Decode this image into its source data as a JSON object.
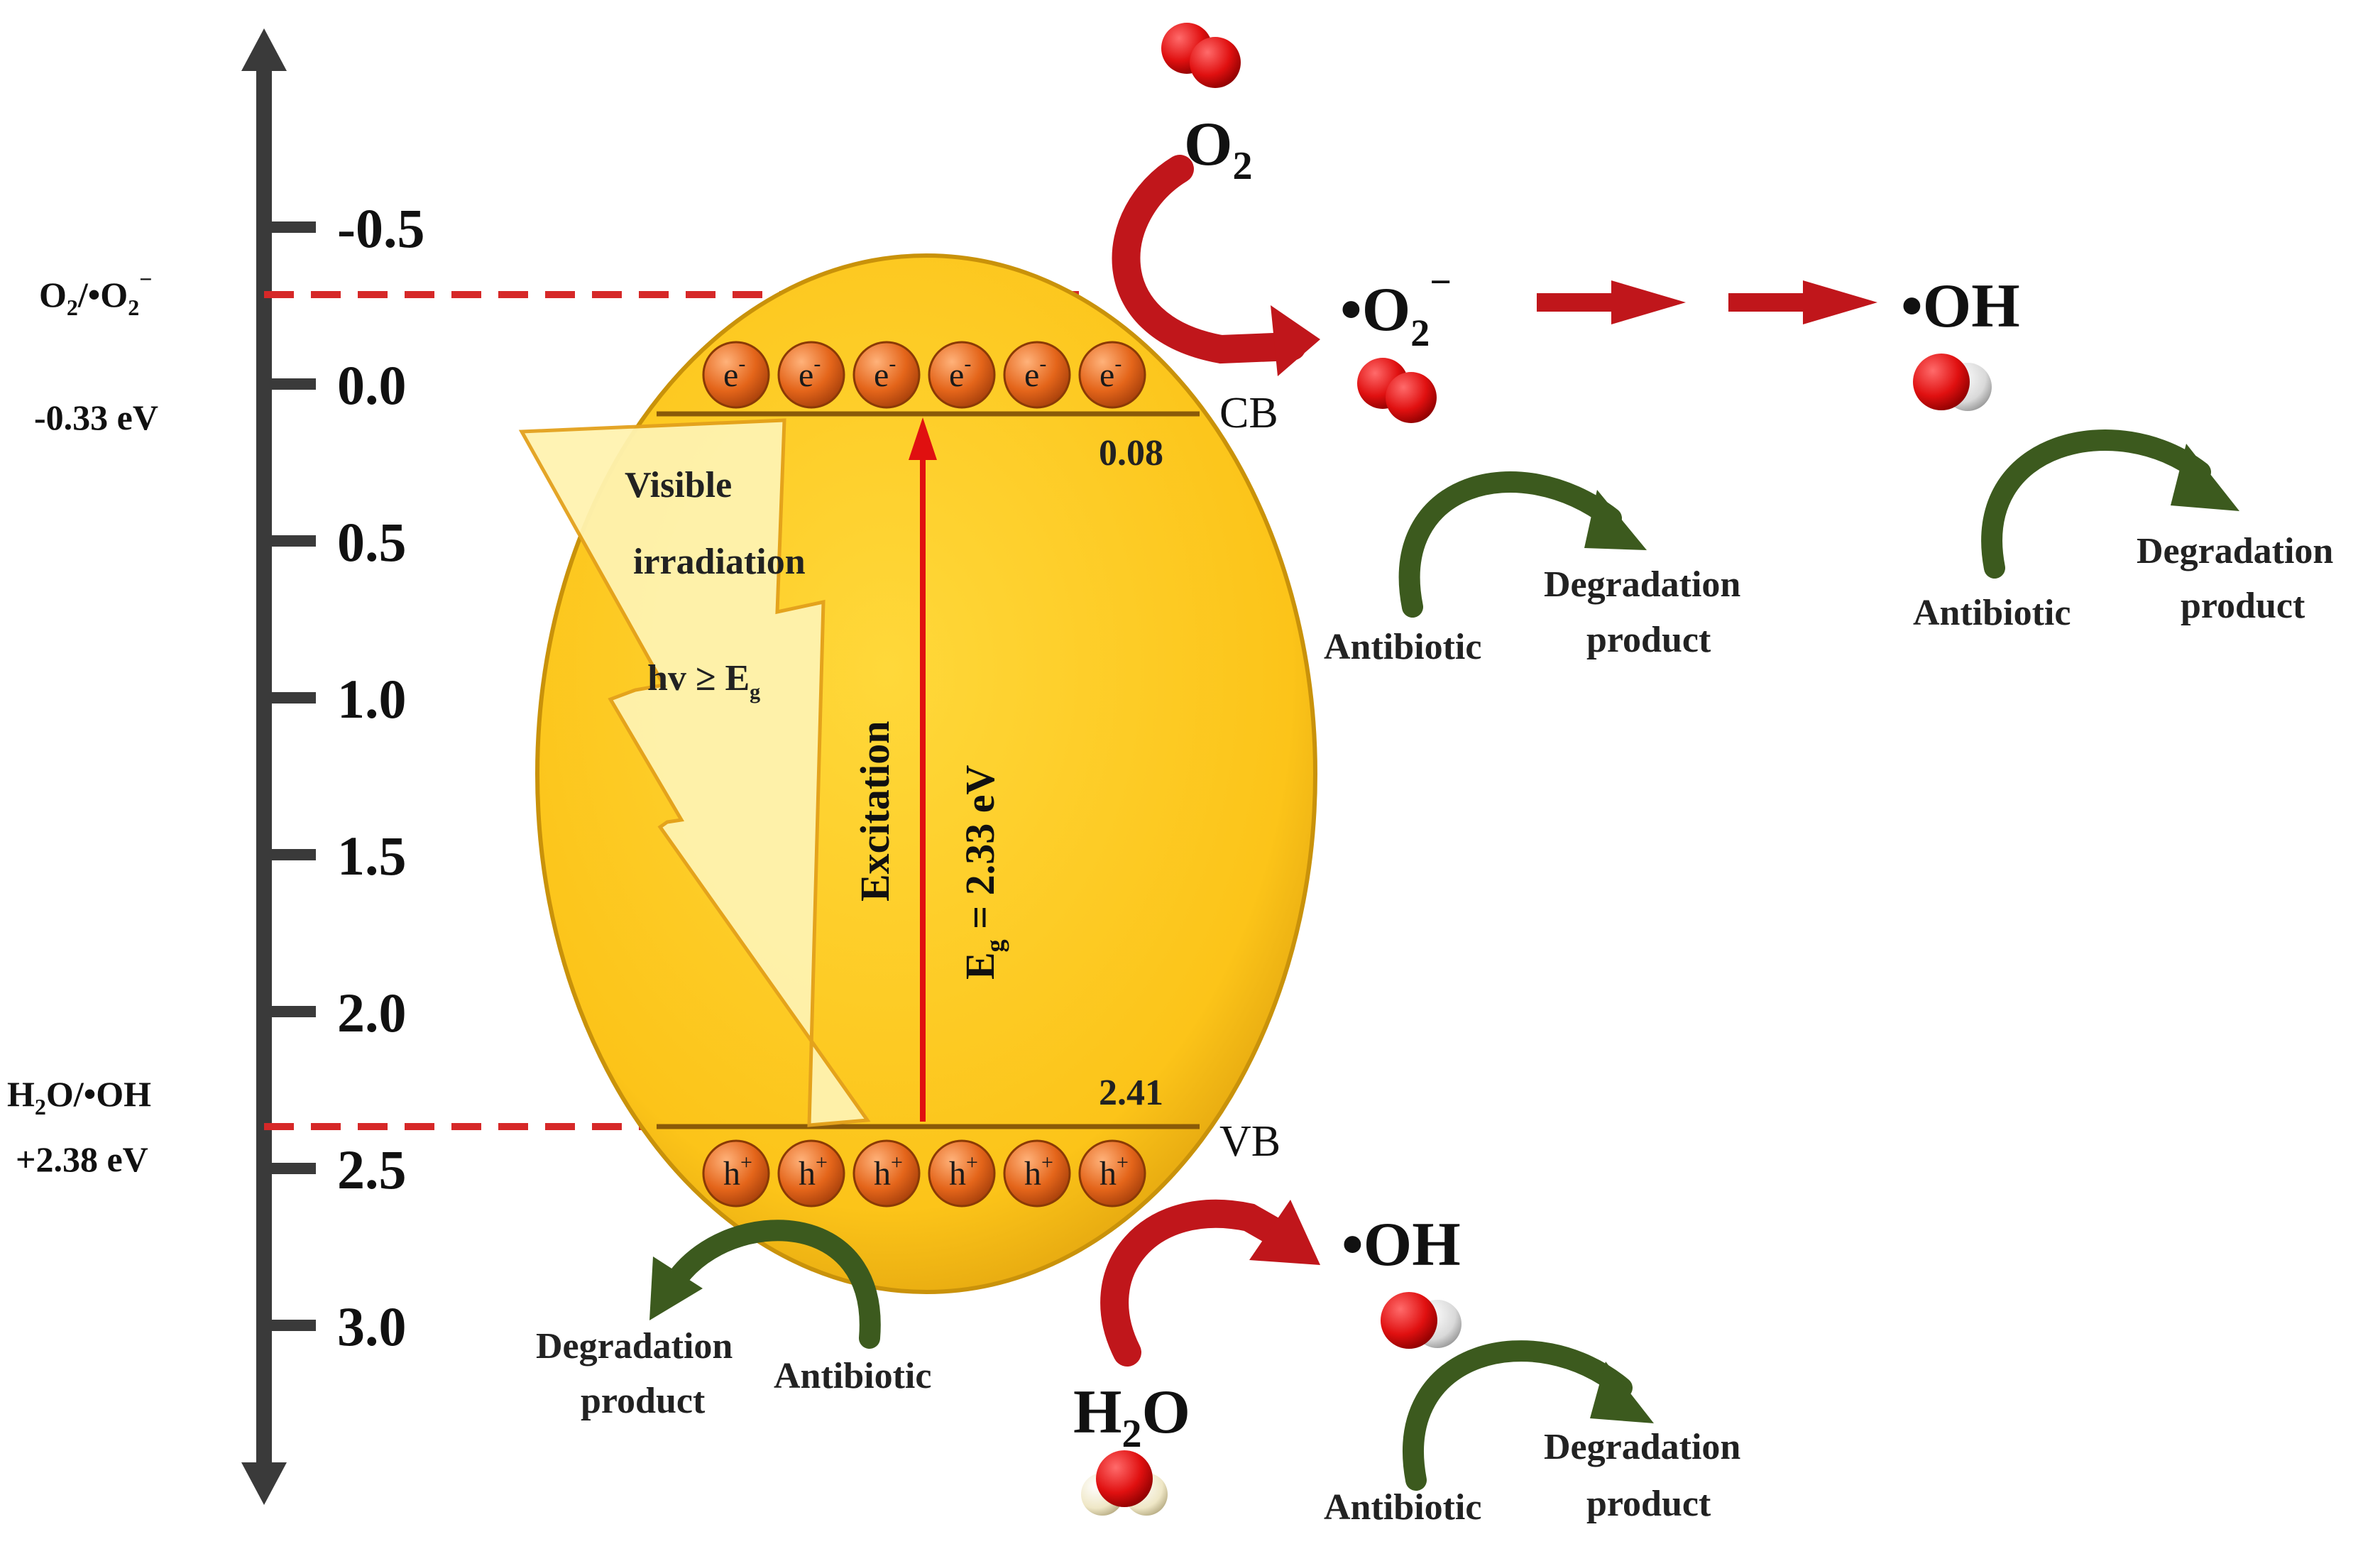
{
  "axis": {
    "ticks": [
      "-0.5",
      "0.0",
      "0.5",
      "1.0",
      "1.5",
      "2.0",
      "2.5",
      "3.0"
    ]
  },
  "reference_levels": {
    "superoxide": {
      "couple_prefix": "O",
      "couple_sub": "2",
      "couple_mid": "/•O",
      "couple_sub2": "2",
      "couple_sup": "−",
      "potential": "-0.33 eV"
    },
    "hydroxyl": {
      "couple_prefix": "H",
      "couple_sub": "2",
      "couple_mid": "O/•OH",
      "potential": "+2.38 eV"
    }
  },
  "semiconductor": {
    "cb_label": "CB",
    "vb_label": "VB",
    "cb_value": "0.08",
    "vb_value": "2.41",
    "electron": "e",
    "electron_sup": "-",
    "hole": "h",
    "hole_sup": "+",
    "excitation": "Excitation",
    "band_gap_prefix": "E",
    "band_gap_sub": "g",
    "band_gap_value": " = 2.33 eV"
  },
  "irradiation": {
    "line1": "Visible",
    "line2": "irradiation",
    "line3_prefix": "hv  ≥  E",
    "line3_sub": "g"
  },
  "species": {
    "o2_main": "O",
    "o2_sub": "2",
    "superoxide_main": "•O",
    "superoxide_sub": "2",
    "superoxide_sup": "−",
    "hydroxyl_top": "•OH",
    "hydroxyl_bottom": "•OH",
    "water_main": "H",
    "water_sub": "2",
    "water_end": "O"
  },
  "degradation": {
    "antibiotic": "Antibiotic",
    "product_line1": "Degradation",
    "product_line2": "product"
  },
  "colors": {
    "particle": "#fcc419",
    "particle_edge": "#c9920a",
    "red_arrow": "#c0161b",
    "green_arrow": "#3c5a1e",
    "dashed": "#d62828",
    "axis": "#3a3a3a",
    "carrier": "#e06a1b",
    "bolt": "#fff3b0"
  }
}
